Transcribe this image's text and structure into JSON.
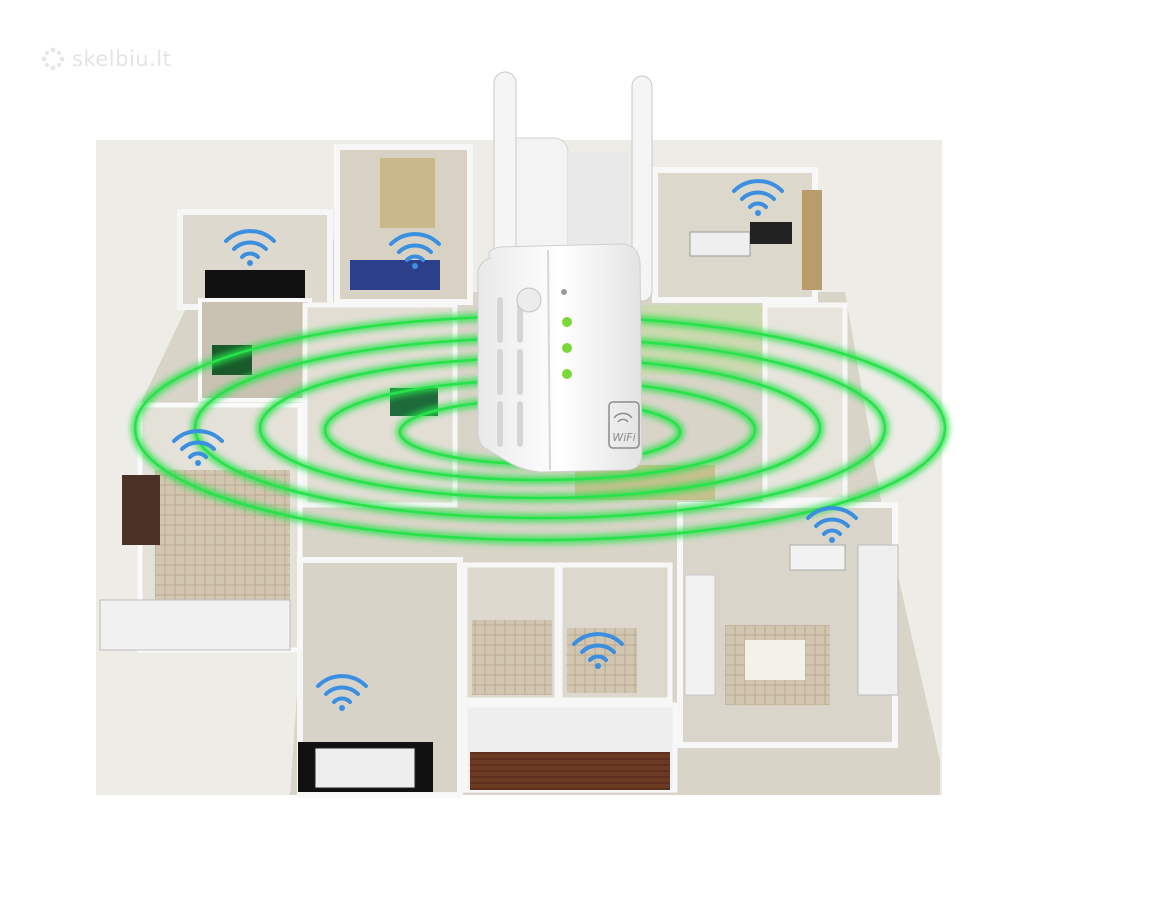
{
  "watermark": {
    "text": "skelbiu.lt",
    "icon": "skelbiu-logo-icon"
  },
  "device": {
    "badge_text": "WiFi",
    "indicator_count": 3
  },
  "colors": {
    "background": "#ffffff",
    "floor": "#d9d4c8",
    "wall": "#f1f1f1",
    "wifi_icon": "#3a8fe0",
    "signal_rings": "#27e24a",
    "device_body": "#f7f7f7",
    "led": "#7ad836"
  },
  "wifi_icons": [
    {
      "room": "northwest-room"
    },
    {
      "room": "north-bedroom"
    },
    {
      "room": "northeast-living-room"
    },
    {
      "room": "west-kitchen"
    },
    {
      "room": "east-study"
    },
    {
      "room": "central-bathroom"
    },
    {
      "room": "southwest-room"
    }
  ]
}
